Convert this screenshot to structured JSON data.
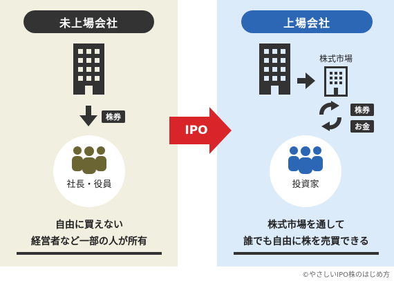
{
  "left": {
    "header": "未上場会社",
    "share_badge": "株券",
    "holder_label": "社長・役員",
    "caption_line1": "自由に買えない",
    "caption_line2": "経営者など一部の人が所有"
  },
  "center": {
    "arrow_label": "IPO"
  },
  "right": {
    "header": "上場会社",
    "market_label": "株式市場",
    "share_badge": "株券",
    "money_badge": "お金",
    "holder_label": "投資家",
    "caption_line1": "株式市場を通して",
    "caption_line2": "誰でも自由に株を売買できる"
  },
  "footer": {
    "copyright": "©やさしいIPO株のはじめ方"
  },
  "colors": {
    "left_bg": "#f1efdf",
    "right_bg": "#dbebfa",
    "left_accent": "#333333",
    "right_accent": "#2b67b5",
    "left_people": "#6b6433",
    "ipo_red": "#d9252a"
  },
  "icons": [
    "building-icon",
    "down-arrow-icon",
    "people-icon",
    "ipo-arrow-icon",
    "right-arrow-icon",
    "outline-building-icon",
    "exchange-arrows-icon"
  ]
}
